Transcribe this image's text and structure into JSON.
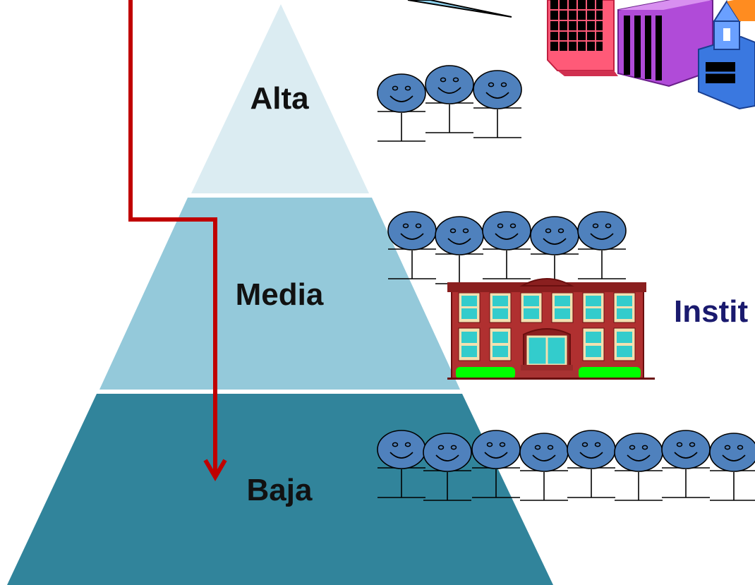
{
  "pyramid": {
    "levels": [
      {
        "id": "alta",
        "label": "Alta",
        "color": "#dbecf2",
        "people": 3
      },
      {
        "id": "media",
        "label": "Media",
        "color": "#94c9da",
        "people": 5
      },
      {
        "id": "baja",
        "label": "Baja",
        "color": "#31849b",
        "people": 8
      }
    ],
    "separator_color": "#ffffff"
  },
  "arrow": {
    "color": "#c00000",
    "direction": "down"
  },
  "institution": {
    "label": "Instit"
  },
  "colors": {
    "person_face": "#4f81bd",
    "person_outline": "#000000",
    "building_brick": "#b03030",
    "building_window": "#33cccc",
    "building_grass": "#00ff00",
    "city_red": "#ff5a78",
    "city_purple": "#b04bd8",
    "city_blue": "#3a78e0"
  }
}
